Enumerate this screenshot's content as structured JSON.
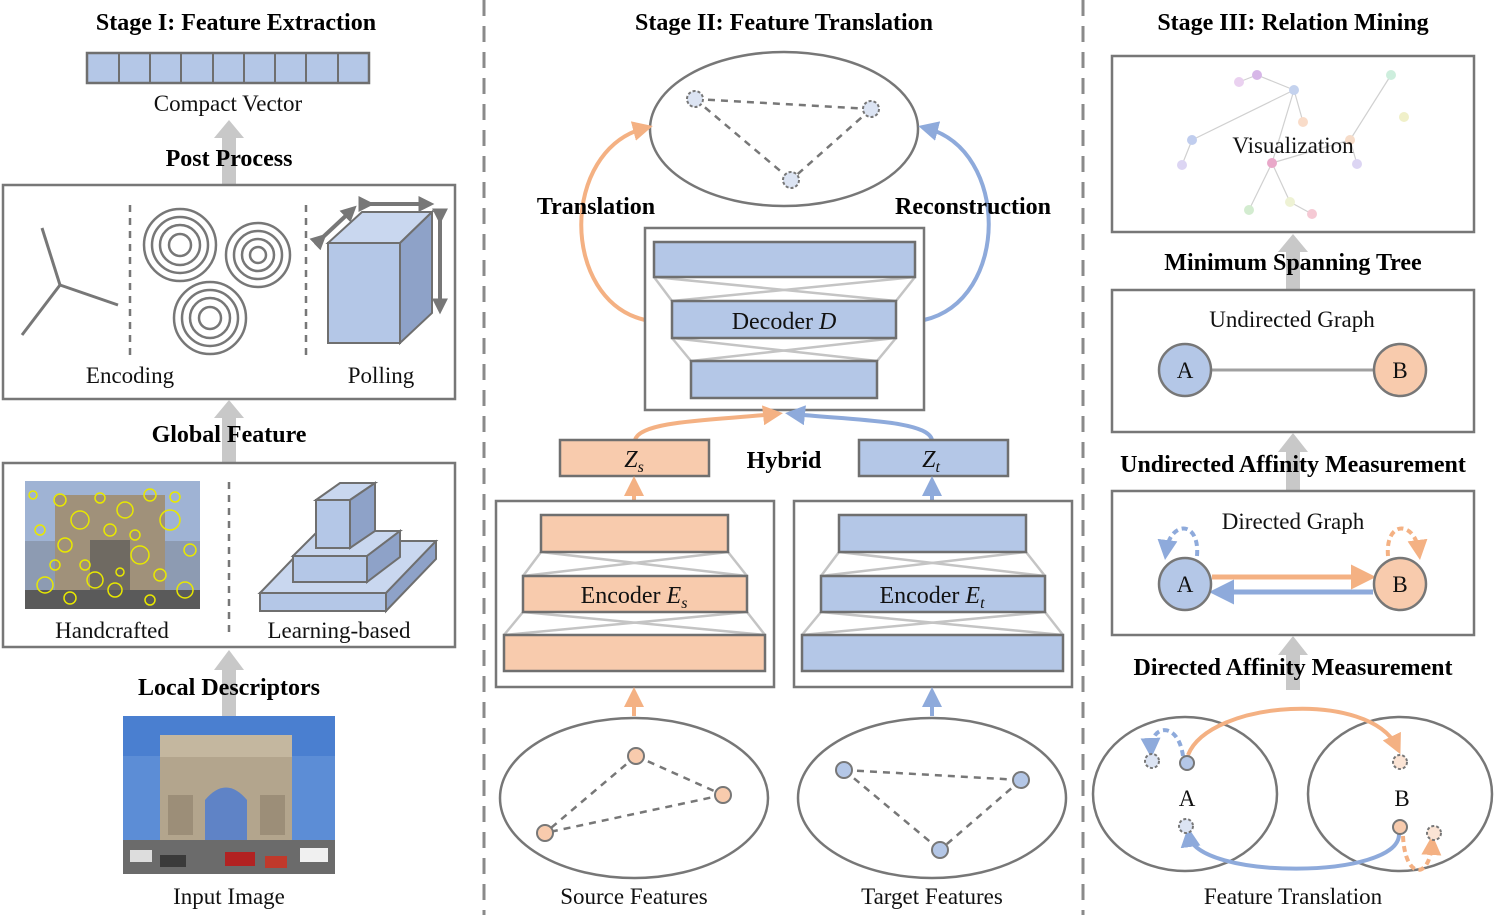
{
  "stage1": {
    "title": "Stage I: Feature Extraction",
    "compact_vector": "Compact Vector",
    "post_process": "Post Process",
    "encoding": "Encoding",
    "polling": "Polling",
    "global_feature": "Global Feature",
    "handcrafted": "Handcrafted",
    "learning_based": "Learning-based",
    "local_descriptors": "Local Descriptors",
    "input_image": "Input Image"
  },
  "stage2": {
    "title": "Stage II: Feature Translation",
    "translation": "Translation",
    "reconstruction": "Reconstruction",
    "decoder": "Decoder",
    "decoder_sym": "D",
    "hybrid": "Hybrid",
    "zs": "Z",
    "zs_sub": "s",
    "zt": "Z",
    "zt_sub": "t",
    "encoder_s": "Encoder",
    "encoder_s_sym": "E",
    "encoder_s_sub": "s",
    "encoder_t": "Encoder",
    "encoder_t_sym": "E",
    "encoder_t_sub": "t",
    "source_features": "Source Features",
    "target_features": "Target Features"
  },
  "stage3": {
    "title": "Stage III: Relation Mining",
    "visualization": "Visualization",
    "mst": "Minimum Spanning Tree",
    "undirected_graph": "Undirected Graph",
    "node_a": "A",
    "node_b": "B",
    "undirected_affinity": "Undirected Affinity Measurement",
    "directed_graph": "Directed Graph",
    "directed_affinity": "Directed Affinity Measurement",
    "feature_translation": "Feature Translation"
  },
  "colors": {
    "blue": "#b4c7e7",
    "orange": "#f8cbad",
    "blue_arrow": "#8eaadb",
    "orange_arrow": "#f4b183",
    "gray_arrow": "#c8c8c8"
  }
}
